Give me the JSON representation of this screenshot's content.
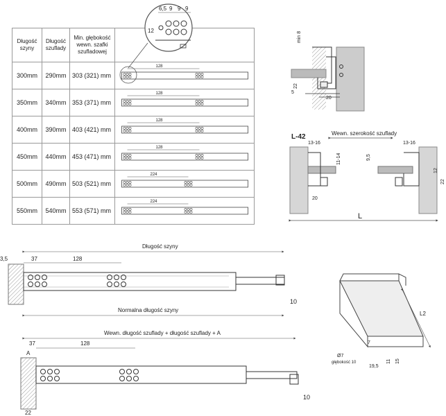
{
  "table": {
    "headers": [
      "Długość szyny",
      "Długość szuflady",
      "Min. głębokość wewn. szafki szufladowej",
      ""
    ],
    "rows": [
      {
        "rail": "300mm",
        "drawer": "290mm",
        "depth": "303 (321) mm",
        "dim": "128"
      },
      {
        "rail": "350mm",
        "drawer": "340mm",
        "depth": "353 (371) mm",
        "dim": "128"
      },
      {
        "rail": "400mm",
        "drawer": "390mm",
        "depth": "403 (421) mm",
        "dim": "128"
      },
      {
        "rail": "450mm",
        "drawer": "440mm",
        "depth": "453 (471) mm",
        "dim": "128"
      },
      {
        "rail": "500mm",
        "drawer": "490mm",
        "depth": "503 (521) mm",
        "dim": "224"
      },
      {
        "rail": "550mm",
        "drawer": "540mm",
        "depth": "553 (571) mm",
        "dim": "224"
      }
    ]
  },
  "detail_circle": {
    "dims_top": [
      "6,5",
      "9",
      "9",
      "9"
    ],
    "dim_side": "12"
  },
  "section": {
    "min8": "min 8",
    "d22": "22",
    "d5": "5",
    "d20": "20"
  },
  "front_view": {
    "title": "L-42",
    "inner_width": "Wewn. szerokość szuflady",
    "left_range": "13-16",
    "right_range": "13-16",
    "gap_left": "11-14",
    "gap_right": "9,5",
    "h12": "12",
    "h22": "22",
    "d20": "20",
    "L": "L"
  },
  "rail_top": {
    "d35": "3,5",
    "d37": "37",
    "d128": "128",
    "length": "Długość szyny",
    "normal": "Normalna długość szyny",
    "d10": "10"
  },
  "rail_bottom": {
    "formula": "Wewn. długość szuflady + długość szuflady + A",
    "d37": "37",
    "d128": "128",
    "A": "A",
    "d22": "22",
    "d10": "10"
  },
  "drawer_iso": {
    "L2": "L2",
    "phi7": "Ø7",
    "depth10": "głębokość 10",
    "d19_5": "19,5",
    "d7": "7",
    "d11": "11",
    "d15": "15"
  }
}
